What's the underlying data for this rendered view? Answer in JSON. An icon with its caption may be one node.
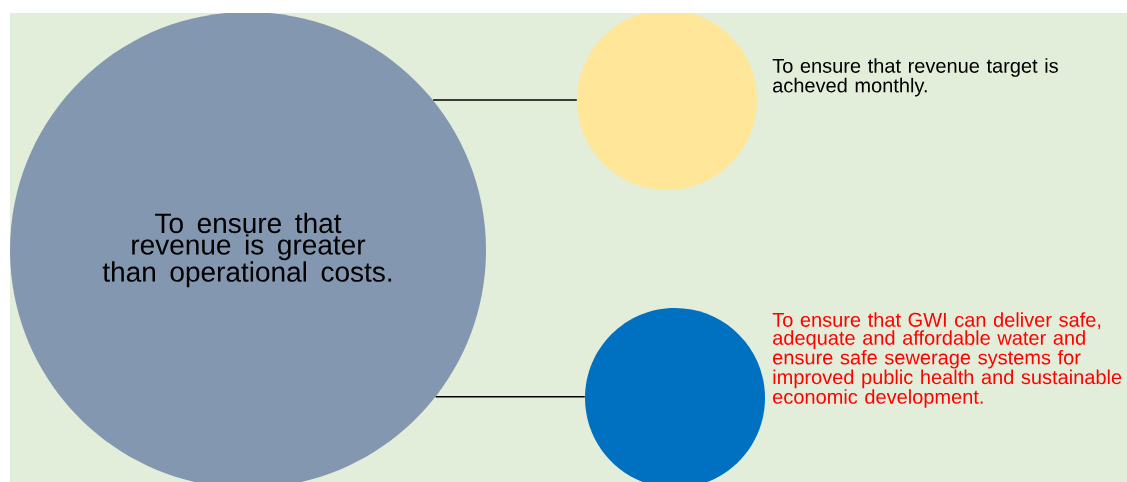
{
  "diagram": {
    "nodes": [
      {
        "text": [
          "To ensure that revenue is greater than operational costs."
        ]
      },
      {
        "text": [],
        "shape": "circle",
        "beside": [
          "To ensure that revenue target is acheved monthly."
        ]
      },
      {
        "text": [],
        "shape": "circle",
        "beside": [
          "To ensure that GWI can deliver safe, adequate and affordable water and ensure safe sewerage systems for improved public health and sustainable economic development."
        ]
      }
    ],
    "edges": [
      {
        "from": 0,
        "to": 1,
        "arrow": "none"
      },
      {
        "from": 0,
        "to": 2,
        "arrow": "none"
      }
    ]
  }
}
